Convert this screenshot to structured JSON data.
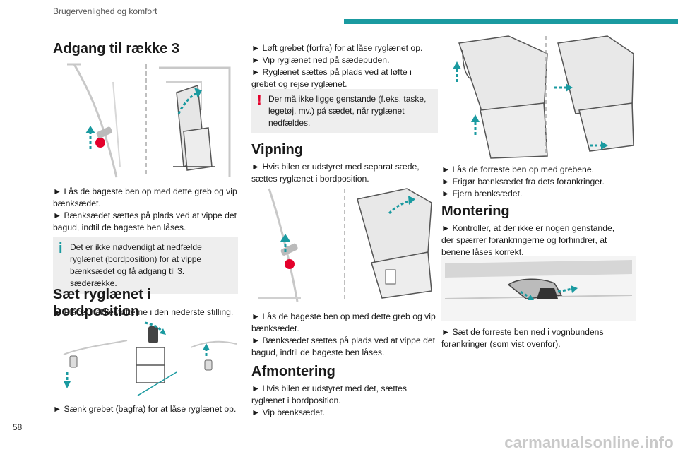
{
  "header": {
    "section": "Brugervenlighed og komfort",
    "accent": "#1a9aa0"
  },
  "page_number": "58",
  "watermark": "carmanualsonline.info",
  "col1": {
    "title_access": "Adgang til række 3",
    "step1": "► Lås de bageste ben op med dette greb og vip bænksædet.",
    "step2": "► Bænksædet sættes på plads ved at vippe det bagud, indtil de bageste ben låses.",
    "info_note": "Det er ikke nødvendigt at nedfælde ryglænet (bordposition) for at vippe bænksædet og få adgang til 3. sæderække.",
    "title_table": "Sæt ryglænet i bordposition",
    "step3": "► Placer nakkestøtterne i den nederste stilling.",
    "step4": "► Sænk grebet (bagfra) for at låse ryglænet op."
  },
  "col2": {
    "step1": "► Løft grebet (forfra) for at låse ryglænet op.",
    "step2": "► Vip ryglænet ned på sædepuden.",
    "step3": "► Ryglænet sættes på plads ved at løfte i grebet og rejse ryglænet.",
    "warn_note": "Der må ikke ligge genstande (f.eks. taske, legetøj, mv.) på sædet, når ryglænet nedfældes.",
    "title_tilt": "Vipning",
    "step4": "► Hvis bilen er udstyret med separat sæde, sættes ryglænet i bordposition.",
    "step5": "► Lås de bageste ben op med dette greb og vip bænksædet.",
    "step6": "► Bænksædet sættes på plads ved at vippe det bagud, indtil de bageste ben låses.",
    "title_removal": "Afmontering",
    "step7": "► Hvis bilen er udstyret med det, sættes ryglænet i bordposition.",
    "step8": "► Vip bænksædet."
  },
  "col3": {
    "step1": "► Lås de forreste ben op med grebene.",
    "step2": "► Frigør bænksædet fra dets forankringer.",
    "step3": "► Fjern bænksædet.",
    "title_mount": "Montering",
    "step4": "► Kontroller, at der ikke er nogen genstande, der spærrer forankringerne og forhindrer, at benene låses korrekt.",
    "step5": "► Sæt de forreste ben ned i vognbundens forankringer (som vist ovenfor)."
  },
  "icons": {
    "info": "info-icon",
    "warning": "warning-icon"
  },
  "colors": {
    "info": "#1a9aa0",
    "warning": "#e4002b",
    "arrow": "#1a9aa0",
    "handle": "#e4002b"
  }
}
